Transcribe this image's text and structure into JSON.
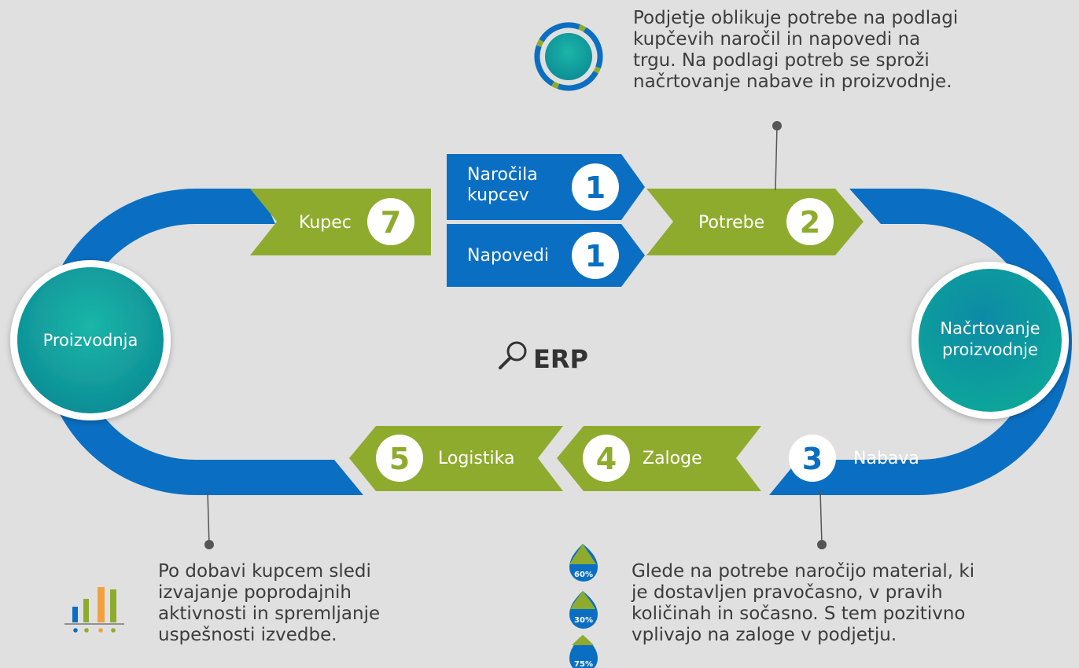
{
  "center": {
    "label": "ERP",
    "icon": "search-icon"
  },
  "nodes": {
    "production": "Proizvodnja",
    "planning": [
      "Načrtovanje",
      "proizvodnje"
    ]
  },
  "steps": {
    "orders": {
      "label": [
        "Naročila",
        "kupcev"
      ],
      "number": "1"
    },
    "forecasts": {
      "label": "Napovedi",
      "number": "1"
    },
    "needs": {
      "label": "Potrebe",
      "number": "2"
    },
    "procurement": {
      "label": "Nabava",
      "number": "3"
    },
    "stock": {
      "label": "Zaloge",
      "number": "4"
    },
    "logistics": {
      "label": "Logistika",
      "number": "5"
    },
    "customer": {
      "label": "Kupec",
      "number": "7"
    }
  },
  "descriptions": {
    "needs": [
      "Podjetje oblikuje potrebe na podlagi",
      "kupčevih naročil in napovedi na",
      "trgu. Na podlagi potreb se sproži",
      "načrtovanje nabave in proizvodnje."
    ],
    "procurement": [
      "Glede na potrebe naročijo material, ki",
      "je dostavljen pravočasno, v pravih",
      "količinah in sočasno. S tem pozitivno",
      "vplivajo na zaloge v podjetju."
    ],
    "logistics": [
      "Po dobavi kupcem sledi",
      "izvajanje poprodajnih",
      "aktivnosti in spremljanje",
      "uspešnosti izvedbe."
    ]
  },
  "badges": [
    "60%",
    "30%",
    "75%"
  ],
  "icons": {
    "cycle": "cycle-icon",
    "bars": "bar-chart-icon"
  },
  "colors": {
    "blue": "#0a6fc2",
    "green": "#8fab2e",
    "teal": "#0ea5a0",
    "background": "#e0e0e0",
    "text": "#3c3c3c"
  }
}
